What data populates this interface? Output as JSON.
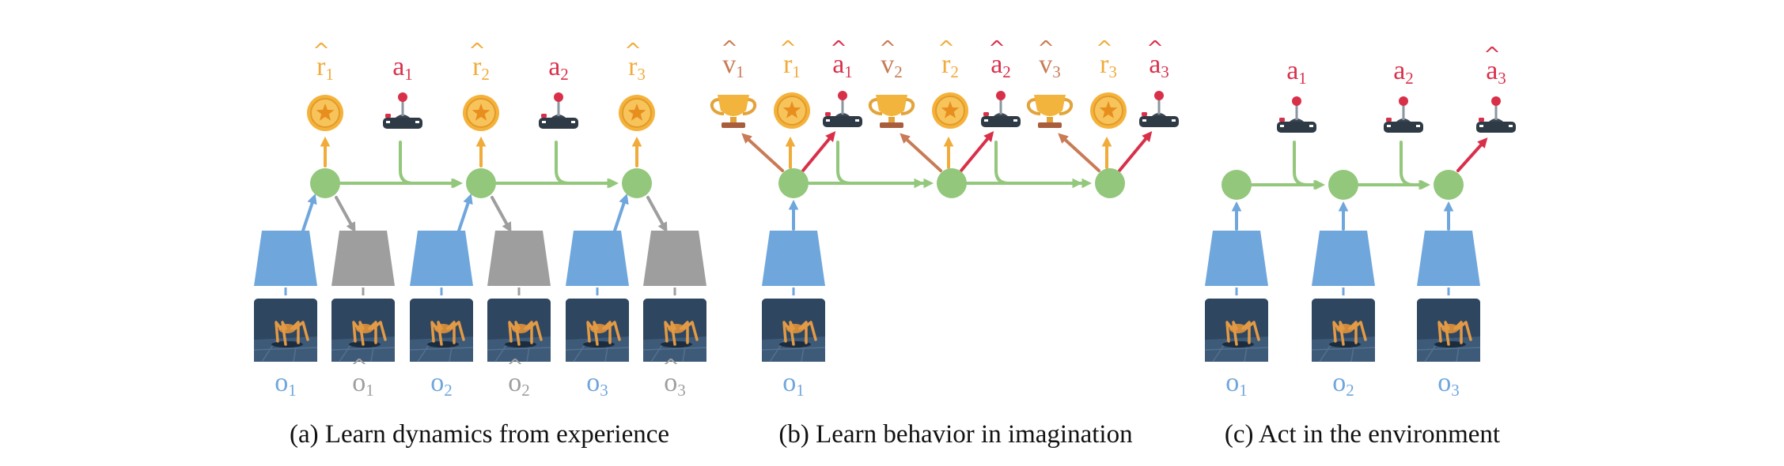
{
  "colors": {
    "blue": "#6fa6dc",
    "green": "#93c77b",
    "gray": "#9e9e9e",
    "orange": "#f0ab3a",
    "red": "#d9304a",
    "brown": "#c87b56",
    "obs_bg": "#2e4660"
  },
  "icons": {
    "reward": "star-medal-icon",
    "action": "joystick-icon",
    "value": "trophy-icon",
    "observation": "walker-robot-image"
  },
  "panels": [
    {
      "caption": "(a) Learn dynamics from experience",
      "steps": [
        {
          "reward": {
            "letter": "r",
            "sub": "1",
            "hat": true
          },
          "action": {
            "letter": "a",
            "sub": "1",
            "hat": false
          },
          "obs": {
            "letter": "o",
            "sub": "1",
            "hat": false
          },
          "recon": {
            "letter": "o",
            "sub": "1",
            "hat": true
          }
        },
        {
          "reward": {
            "letter": "r",
            "sub": "2",
            "hat": true
          },
          "action": {
            "letter": "a",
            "sub": "2",
            "hat": false
          },
          "obs": {
            "letter": "o",
            "sub": "2",
            "hat": false
          },
          "recon": {
            "letter": "o",
            "sub": "2",
            "hat": true
          }
        },
        {
          "reward": {
            "letter": "r",
            "sub": "3",
            "hat": true
          },
          "obs": {
            "letter": "o",
            "sub": "3",
            "hat": false
          },
          "recon": {
            "letter": "o",
            "sub": "3",
            "hat": true
          }
        }
      ]
    },
    {
      "caption": "(b) Learn behavior in imagination",
      "start_obs": {
        "letter": "o",
        "sub": "1",
        "hat": false
      },
      "steps": [
        {
          "value": {
            "letter": "v",
            "sub": "1",
            "hat": true
          },
          "reward": {
            "letter": "r",
            "sub": "1",
            "hat": true
          },
          "action": {
            "letter": "a",
            "sub": "1",
            "hat": true
          }
        },
        {
          "value": {
            "letter": "v",
            "sub": "2",
            "hat": true
          },
          "reward": {
            "letter": "r",
            "sub": "2",
            "hat": true
          },
          "action": {
            "letter": "a",
            "sub": "2",
            "hat": true
          }
        },
        {
          "value": {
            "letter": "v",
            "sub": "3",
            "hat": true
          },
          "reward": {
            "letter": "r",
            "sub": "3",
            "hat": true
          },
          "action": {
            "letter": "a",
            "sub": "3",
            "hat": true
          }
        }
      ]
    },
    {
      "caption": "(c) Act in the environment",
      "steps": [
        {
          "action": {
            "letter": "a",
            "sub": "1",
            "hat": false
          },
          "obs": {
            "letter": "o",
            "sub": "1",
            "hat": false
          }
        },
        {
          "action": {
            "letter": "a",
            "sub": "2",
            "hat": false
          },
          "obs": {
            "letter": "o",
            "sub": "2",
            "hat": false
          }
        },
        {
          "action": {
            "letter": "a",
            "sub": "3",
            "hat": true
          },
          "obs": {
            "letter": "o",
            "sub": "3",
            "hat": false
          }
        }
      ]
    }
  ]
}
